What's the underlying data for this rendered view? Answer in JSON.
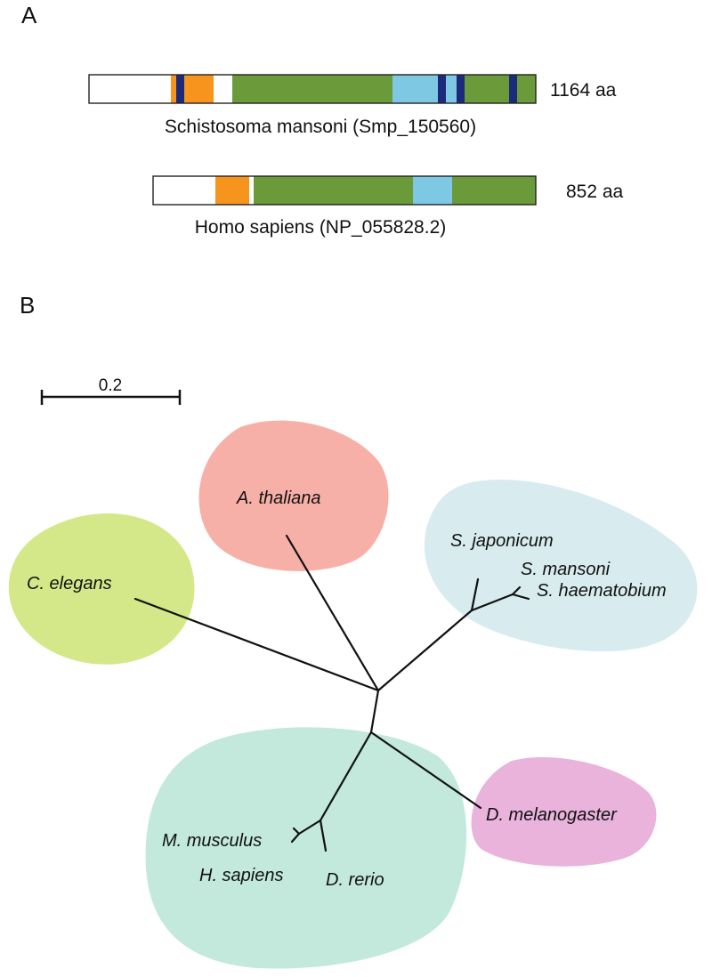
{
  "panel_a": {
    "letter": "A",
    "proteins": [
      {
        "name": "Schistosoma mansoni (Smp_150560)",
        "length_label": "1164 aa"
      },
      {
        "name": "Homo sapiens (NP_055828.2)",
        "length_label": "852 aa"
      }
    ],
    "domain_colors": {
      "background": "#ffffff",
      "orange": "#f7941d",
      "navy": "#1b2a7a",
      "green": "#6a9a3a",
      "light_blue": "#7ec8e3"
    }
  },
  "panel_b": {
    "letter": "B",
    "scale_bar_label": "0.2",
    "species": {
      "a_thaliana": "A. thaliana",
      "c_elegans": "C. elegans",
      "s_japonicum": "S. japonicum",
      "s_mansoni": "S. mansoni",
      "s_haematobium": "S. haematobium",
      "d_melanogaster": "D. melanogaster",
      "m_musculus": "M. musculus",
      "h_sapiens": "H. sapiens",
      "d_rerio": "D. rerio"
    },
    "group_colors": {
      "plant": "#f7b0a8",
      "nematode": "#d4e889",
      "schistosome": "#d8ecf0",
      "insect": "#e9b3dc",
      "vertebrate": "#c2e9dc"
    }
  }
}
